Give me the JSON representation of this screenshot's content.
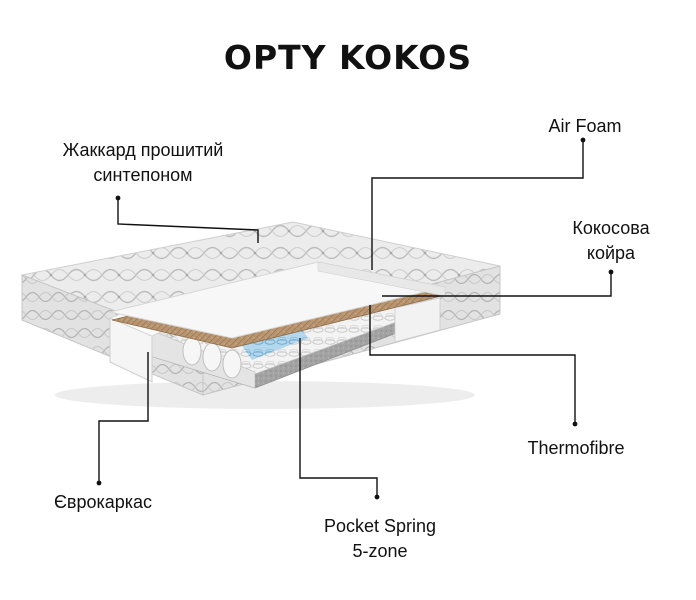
{
  "title": "OPTY KOKOS",
  "labels": {
    "jacquard_line1": "Жаккард прошитий",
    "jacquard_line2": "синтепоном",
    "air_foam": "Air Foam",
    "coconut_line1": "Кокосова",
    "coconut_line2": "койра",
    "thermofibre": "Thermofibre",
    "eurocarcass": "Єврокаркас",
    "pocket_line1": "Pocket Spring",
    "pocket_line2": "5-zone"
  },
  "colors": {
    "fabric": "#e9e9e9",
    "foam": "#f4f4f4",
    "coconut": "#b89570",
    "springs_white": "#f2f2f2",
    "springs_blue": "#a9d2ea",
    "felt": "#9a9a9a",
    "leader_line": "#111111"
  }
}
